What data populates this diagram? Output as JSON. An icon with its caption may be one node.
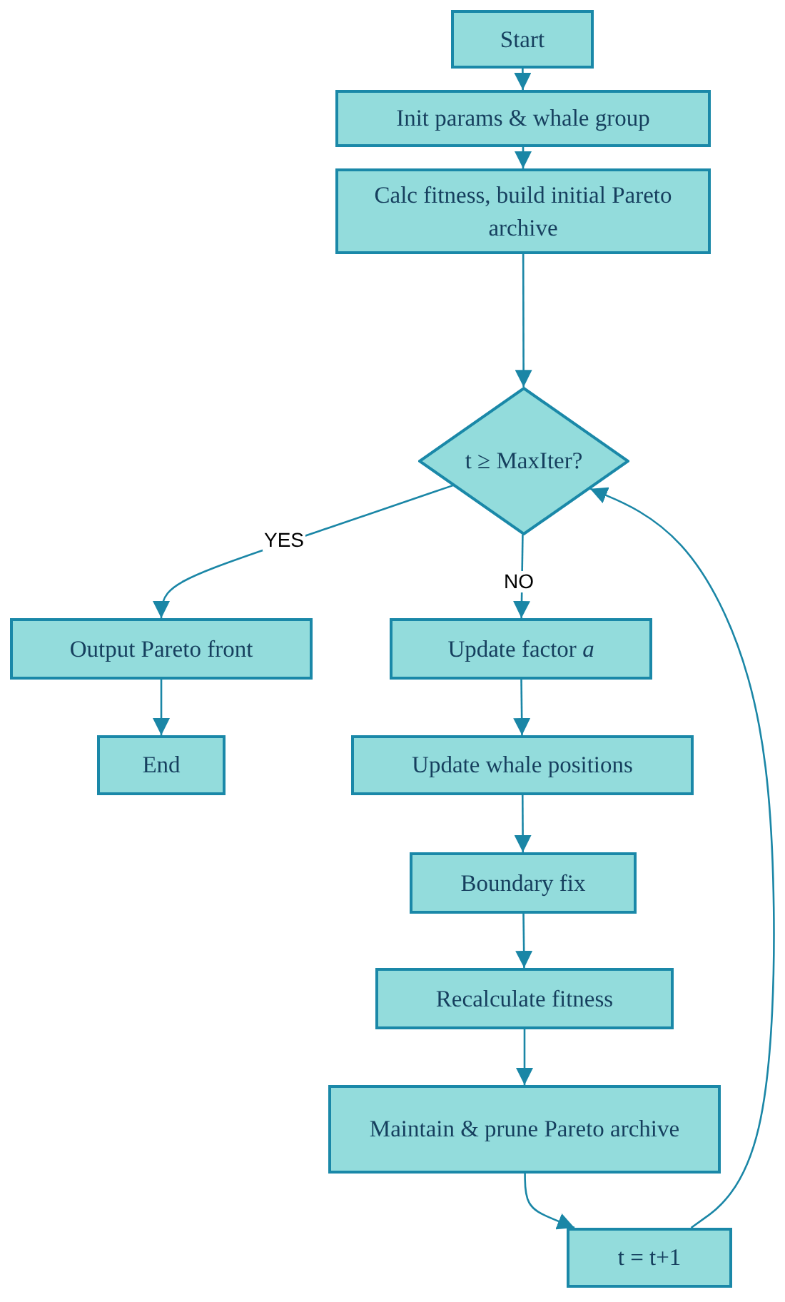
{
  "diagram": {
    "nodes": [
      {
        "text": [
          "Start"
        ]
      },
      {
        "text": [
          "Init params & whale group"
        ]
      },
      {
        "text": [
          "Calc fitness, build initial Pareto archive"
        ]
      },
      {
        "text": [
          "t ≥ MaxIter?"
        ]
      },
      {
        "text": [
          "Output Pareto front"
        ]
      },
      {
        "text": [
          "End"
        ]
      },
      {
        "text": [
          "Update factor *a*"
        ]
      },
      {
        "text": [
          "Update whale positions"
        ]
      },
      {
        "text": [
          "Boundary fix"
        ]
      },
      {
        "text": [
          "Recalculate fitness"
        ]
      },
      {
        "text": [
          "Maintain & prune Pareto archive"
        ]
      },
      {
        "text": [
          "t = t+1"
        ]
      }
    ],
    "edges": [
      {
        "from": 0,
        "to": 1,
        "arrow": "to"
      },
      {
        "from": 1,
        "to": 2,
        "arrow": "to"
      },
      {
        "from": 2,
        "to": 3,
        "arrow": "to"
      },
      {
        "from": 3,
        "to": 4,
        "arrow": "to",
        "label": "YES"
      },
      {
        "from": 3,
        "to": 6,
        "arrow": "to",
        "label": "NO"
      },
      {
        "from": 4,
        "to": 5,
        "arrow": "to"
      },
      {
        "from": 6,
        "to": 7,
        "arrow": "to"
      },
      {
        "from": 7,
        "to": 8,
        "arrow": "to"
      },
      {
        "from": 8,
        "to": 9,
        "arrow": "to"
      },
      {
        "from": 9,
        "to": 10,
        "arrow": "to"
      },
      {
        "from": 10,
        "to": 11,
        "arrow": "to"
      },
      {
        "from": 11,
        "to": 3,
        "arrow": "to"
      }
    ]
  }
}
